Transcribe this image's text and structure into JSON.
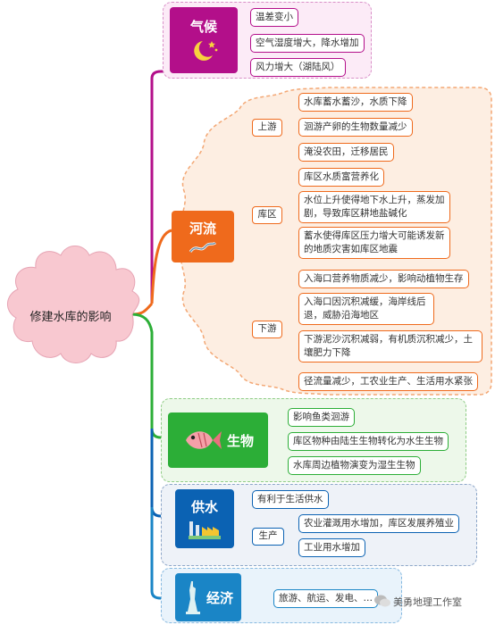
{
  "root": {
    "label": "修建水库的影响"
  },
  "colors": {
    "climate": "#b30f8a",
    "river": "#ef6a1c",
    "bio": "#2cae37",
    "water": "#0b62b3",
    "econ": "#1a85c6",
    "root": "#f8c8d0"
  },
  "climate": {
    "label": "气候",
    "icon": "moon-stars-icon",
    "items": [
      "温差变小",
      "空气湿度增大，降水增加",
      "风力增大（湖陆风）"
    ]
  },
  "river": {
    "label": "河流",
    "icon": "river-icon",
    "upstream": {
      "label": "上游",
      "items": [
        "水库蓄水蓄沙，水质下降",
        "洄游产卵的生物数量减少",
        "淹没农田，迁移居民"
      ]
    },
    "reservoir": {
      "label": "库区",
      "items": [
        "库区水质富营养化",
        "水位上升使得地下水上升，蒸发加剧，导致库区耕地盐碱化",
        "蓄水使得库区压力增大可能诱发新的地质灾害如库区地震"
      ]
    },
    "downstream": {
      "label": "下游",
      "items": [
        "入海口营养物质减少，影响动植物生存",
        "入海口因沉积减缓，海岸线后退，威胁沿海地区",
        "下游泥沙沉积减弱，有机质沉积减少，土壤肥力下降",
        "径流量减少，工农业生产、生活用水紧张"
      ]
    }
  },
  "bio": {
    "label": "生物",
    "icon": "fish-icon",
    "items": [
      "影响鱼类洄游",
      "库区物种由陆生生物转化为水生生物",
      "水库周边植物演变为湿生生物"
    ]
  },
  "water": {
    "label": "供水",
    "icon": "factory-icon",
    "items": [
      "有利于生活供水"
    ],
    "production": {
      "label": "生产",
      "items": [
        "农业灌溉用水增加，库区发展养殖业",
        "工业用水增加"
      ]
    }
  },
  "econ": {
    "label": "经济",
    "icon": "statue-icon",
    "items": [
      "旅游、航运、发电、…"
    ]
  },
  "watermark": {
    "text": "美勇地理工作室",
    "icon": "wechat-icon"
  }
}
